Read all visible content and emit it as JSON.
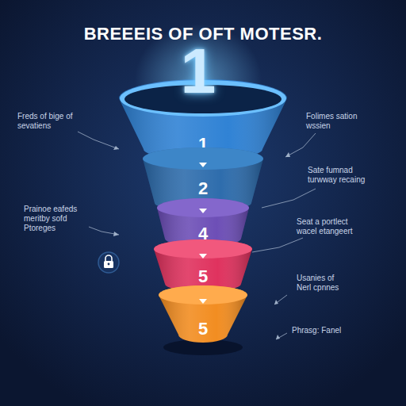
{
  "diagram": {
    "title": "BREEEIS OF OFT MOTESR.",
    "nodes": [
      {
        "text": [
          "1"
        ]
      },
      {
        "text": [
          "2"
        ]
      },
      {
        "text": [
          "4"
        ]
      },
      {
        "text": [
          "5"
        ]
      },
      {
        "text": [
          "5"
        ]
      }
    ],
    "labels": [
      "1",
      "Freds of bige of sevatiens",
      "Folimes sation wssien",
      "Sate fumnad turwway recaing",
      "Prainoe eafeds meritby sofd Ptoreges",
      "Seat a portlect wacel etangeert",
      "Usanies of Nerl cpnnes",
      "Phrasg: Fanel"
    ]
  }
}
